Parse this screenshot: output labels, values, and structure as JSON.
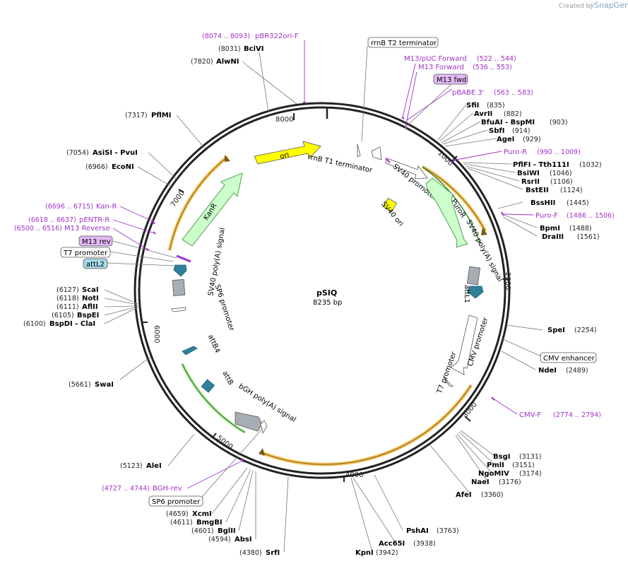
{
  "branding": {
    "created_by": "Created by",
    "brand": "SnapGene"
  },
  "plasmid": {
    "name": "pSIQ",
    "length_text": "8235 bp",
    "length_bp": 8235
  },
  "ticks": [
    "1000",
    "2000",
    "3000",
    "4000",
    "5000",
    "6000",
    "7000",
    "8000"
  ],
  "sites": [
    {
      "name": "BciVI",
      "pos": "(8031)"
    },
    {
      "name": "AlwNI",
      "pos": "(7820)"
    },
    {
      "name": "PflMI",
      "pos": "(7317)"
    },
    {
      "name": "AsiSI - PvuI",
      "pos": "(7054)"
    },
    {
      "name": "EcoNI",
      "pos": "(6966)"
    },
    {
      "name": "ScaI",
      "pos": "(6127)"
    },
    {
      "name": "NotI",
      "pos": "(6118)"
    },
    {
      "name": "AflII",
      "pos": "(6111)"
    },
    {
      "name": "BspEI",
      "pos": "(6105)"
    },
    {
      "name": "BspDI - ClaI",
      "pos": "(6100)"
    },
    {
      "name": "SwaI",
      "pos": "(5661)"
    },
    {
      "name": "AleI",
      "pos": "(5123)"
    },
    {
      "name": "XcmI",
      "pos": "(4659)"
    },
    {
      "name": "BmgBI",
      "pos": "(4611)"
    },
    {
      "name": "BglII",
      "pos": "(4601)"
    },
    {
      "name": "AbsI",
      "pos": "(4594)"
    },
    {
      "name": "SrfI",
      "pos": "(4380)"
    },
    {
      "name": "KpnI",
      "pos": "(3942)"
    },
    {
      "name": "Acc65I",
      "pos": "(3938)"
    },
    {
      "name": "PshAI",
      "pos": "(3763)"
    },
    {
      "name": "AfeI",
      "pos": "(3360)"
    },
    {
      "name": "NaeI",
      "pos": "(3176)"
    },
    {
      "name": "NgoMIV",
      "pos": "(3174)"
    },
    {
      "name": "PmlI",
      "pos": "(3151)"
    },
    {
      "name": "BsgI",
      "pos": "(3131)"
    },
    {
      "name": "NdeI",
      "pos": "(2489)"
    },
    {
      "name": "SpeI",
      "pos": "(2254)"
    },
    {
      "name": "DraIII",
      "pos": "(1561)"
    },
    {
      "name": "BpmI",
      "pos": "(1488)"
    },
    {
      "name": "BssHII",
      "pos": "(1445)"
    },
    {
      "name": "BstEII",
      "pos": "(1124)"
    },
    {
      "name": "RsrII",
      "pos": "(1106)"
    },
    {
      "name": "BsiWI",
      "pos": "(1046)"
    },
    {
      "name": "PflFI - Tth111I",
      "pos": "(1032)"
    },
    {
      "name": "AgeI",
      "pos": "(929)"
    },
    {
      "name": "SbfI",
      "pos": "(914)"
    },
    {
      "name": "BfuAI - BspMI",
      "pos": "(903)"
    },
    {
      "name": "AvrII",
      "pos": "(882)"
    },
    {
      "name": "SfiI",
      "pos": "(835)"
    }
  ],
  "primers": [
    {
      "name": "pBR322ori-F",
      "pos": "(8074 .. 8093)"
    },
    {
      "name": "M13/pUC Forward",
      "pos": "(522 .. 544)"
    },
    {
      "name": "M13 Forward",
      "pos": "(536 .. 553)"
    },
    {
      "name": "pBABE 3'",
      "pos": "(563 .. 583)"
    },
    {
      "name": "Puro-R",
      "pos": "(990 .. 1009)"
    },
    {
      "name": "Puro-F",
      "pos": "(1486 .. 1506)"
    },
    {
      "name": "CMV-F",
      "pos": "(2774 .. 2794)"
    },
    {
      "name": "BGH-rev",
      "pos": "(4727 .. 4744)"
    },
    {
      "name": "Kan-R",
      "pos": "(6696 .. 6715)"
    },
    {
      "name": "pENTR-R",
      "pos": "(6618 .. 6637)"
    },
    {
      "name": "M13 Reverse",
      "pos": "(6500 .. 6516)"
    }
  ],
  "boxed_labels": [
    {
      "text": "rrnB T2 terminator",
      "style": "plain"
    },
    {
      "text": "M13 fwd",
      "style": "primer"
    },
    {
      "text": "M13 rev",
      "style": "primer"
    },
    {
      "text": "T7 promoter",
      "style": "plain"
    },
    {
      "text": "attL2",
      "style": "att"
    },
    {
      "text": "CMV enhancer",
      "style": "plain"
    },
    {
      "text": "SP6 promoter",
      "style": "plain"
    }
  ],
  "features": [
    "ori",
    "rrnB T1 terminator",
    "SV40 promoter",
    "SV40 ori",
    "PuroR",
    "SV40 poly(A) signal",
    "attL1",
    "CMV promoter",
    "T7 promoter",
    "bGH poly(A) signal",
    "attB",
    "attB4",
    "SP6 promoter",
    "SV40 poly(A) signal",
    "KanR"
  ],
  "colors": {
    "backbone": "#222222",
    "primer": "#a032c8",
    "ori": "#ffff00",
    "resistance": "#ccffcc",
    "resistance_stroke": "#2f8a2f",
    "orf_highlight": "#f5b942",
    "att": "#2f7f9a",
    "polyA": "#a7adb5",
    "att_box": "#a7d8e5",
    "primer_box": "#e2b8f5"
  }
}
